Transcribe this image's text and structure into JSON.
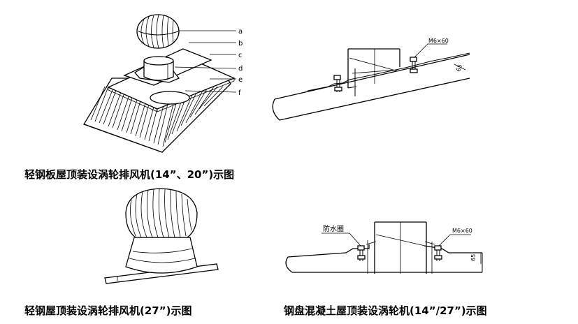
{
  "captions": {
    "fig1": "轻钢板屋顶装设涡轮排风机(14”、20”)示图",
    "fig2": "轻钢屋顶装设涡轮排风机(27”)示图",
    "fig3": "钢盘混凝土屋顶装设涡轮机(14”/27”)示图"
  },
  "labels": {
    "a": "a",
    "b": "b",
    "c": "c",
    "d": "d",
    "e": "e",
    "f": "f",
    "bolt_top": "M6×60",
    "bolt_bottom": "M6×60",
    "waterproof": "防水圈",
    "dim_top": "65",
    "dim_bottom": "65"
  }
}
